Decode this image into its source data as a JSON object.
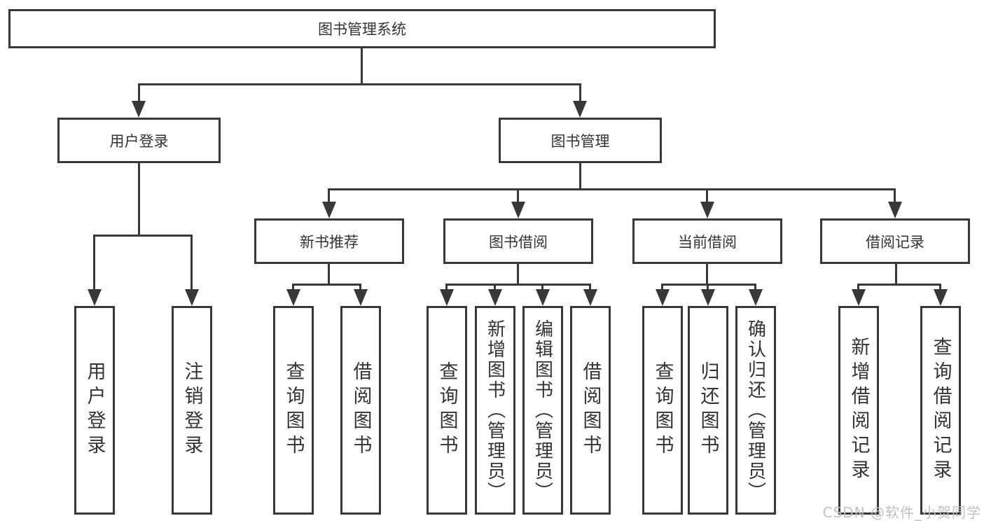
{
  "diagram": {
    "title": "图书管理系统",
    "level2": [
      {
        "label": "用户登录"
      },
      {
        "label": "图书管理"
      }
    ],
    "level3": [
      {
        "label": "新书推荐"
      },
      {
        "label": "图书借阅"
      },
      {
        "label": "当前借阅"
      },
      {
        "label": "借阅记录"
      }
    ],
    "leaves": {
      "user_login": [
        "用户登录",
        "注销登录"
      ],
      "new_books": [
        "查询图书",
        "借阅图书"
      ],
      "book_borrow": [
        "查询图书",
        "新增图书（管理员）",
        "编辑图书（管理员）",
        "借阅图书"
      ],
      "current_borrow": [
        "查询图书",
        "归还图书",
        "确认归还（管理员）"
      ],
      "borrow_records": [
        "新增借阅记录",
        "查询借阅记录"
      ]
    },
    "colors": {
      "line": "#383838",
      "text": "#333333",
      "watermark": "#bebebe"
    }
  },
  "watermark": "CSDN @软件_小贺同学"
}
